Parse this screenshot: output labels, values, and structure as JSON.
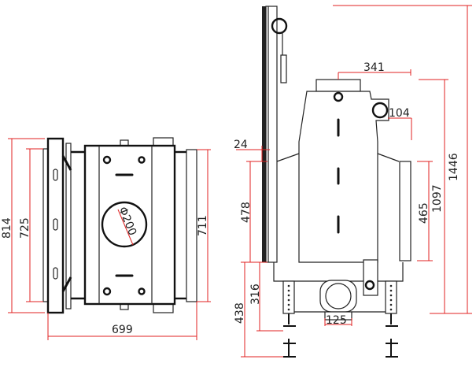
{
  "drawing": {
    "front_view": {
      "height_outer": "814",
      "height_inner": "725",
      "height_right": "711",
      "width": "699",
      "flue_diameter": "Φ200"
    },
    "side_view": {
      "total_height": "1446",
      "body_height": "1097",
      "glass_height": "465",
      "flue_offset": "341",
      "top_offset": "104",
      "door_offset": "24",
      "door_height": "478",
      "base_height_min": "316",
      "base_height_max": "438",
      "air_inlet": "125"
    },
    "colors": {
      "dimension": "#e02020",
      "outline": "#222222"
    }
  }
}
